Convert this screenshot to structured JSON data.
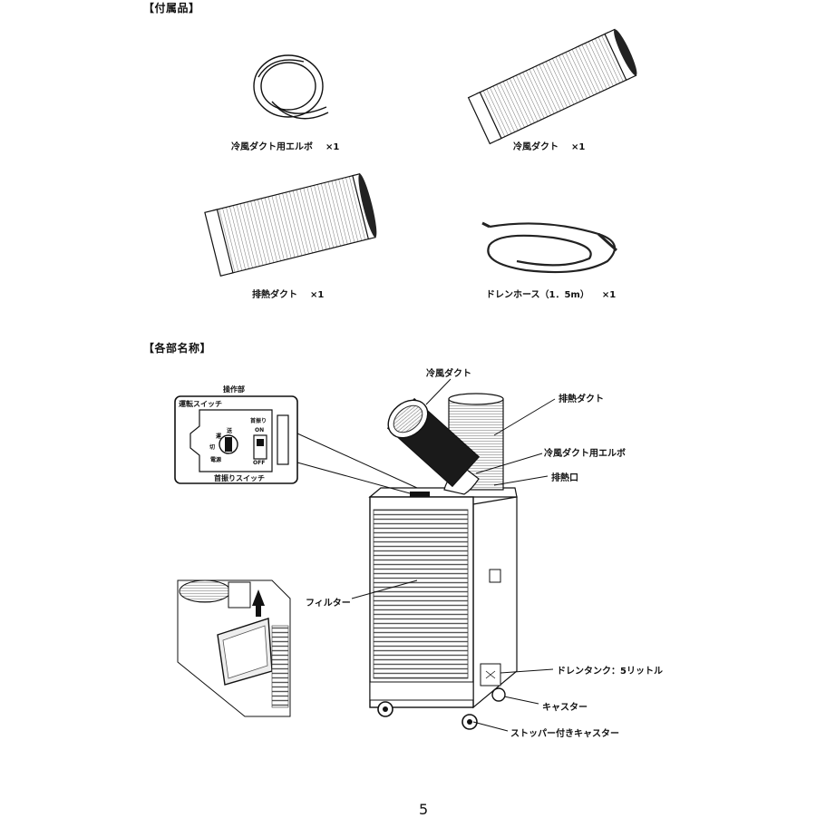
{
  "accessories": {
    "heading": "【付属品】",
    "items": [
      {
        "name": "冷風ダクト用エルボ",
        "qty": "×1"
      },
      {
        "name": "冷風ダクト",
        "qty": "×1"
      },
      {
        "name": "排熱ダクト",
        "qty": "×1"
      },
      {
        "name": "ドレンホース（1．5m）",
        "qty": "×1"
      }
    ]
  },
  "parts": {
    "heading": "【各部名称】",
    "labels": {
      "cold_duct": "冷風ダクト",
      "exhaust_duct": "排熱ダクト",
      "elbow": "冷風ダクト用エルボ",
      "exhaust_port": "排熱口",
      "filter": "フィルター",
      "drain_tank": "ドレンタンク：5リットル",
      "caster": "キャスター",
      "stopper_caster": "ストッパー付きキャスター"
    },
    "control_panel": {
      "title": "操作部",
      "run_switch": "運転スイッチ",
      "swing_switch": "首振りスイッチ",
      "dial_labels": {
        "off": "切",
        "run": "運",
        "pos1": "送",
        "power": "電源"
      },
      "swing_title": "首振り",
      "on": "ON",
      "off": "OFF"
    }
  },
  "page_number": "5"
}
